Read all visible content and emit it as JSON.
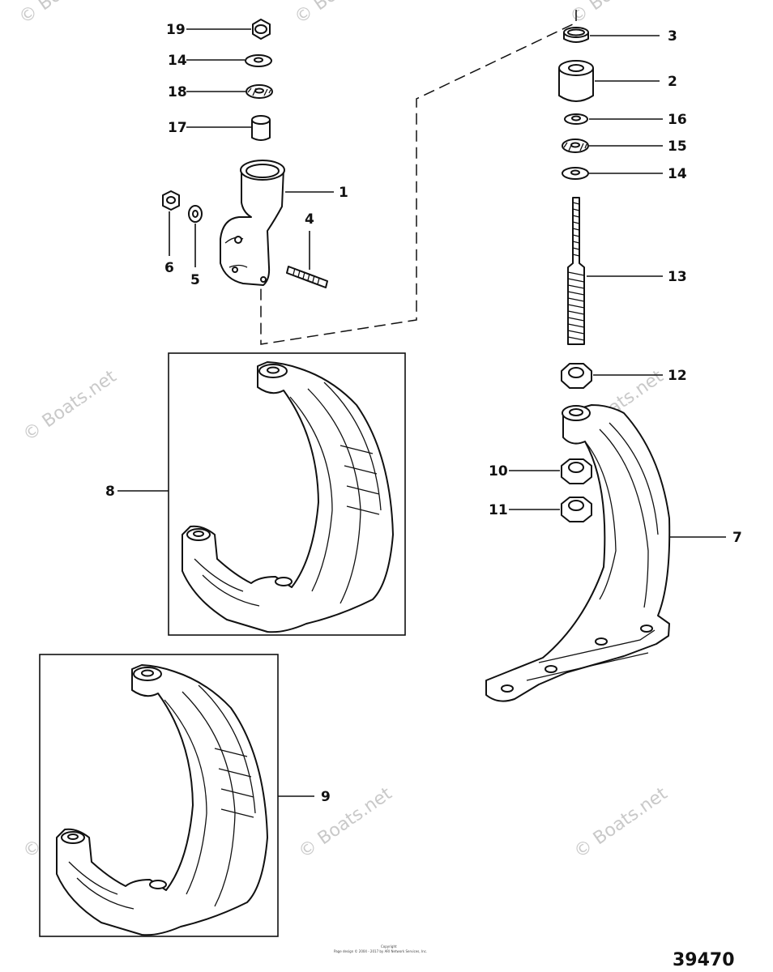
{
  "watermark": "© Boats.net",
  "figure_number": "39470",
  "footer": {
    "line1": "Copyright",
    "line2": "Page design © 2004 - 2017 by ARI Network Services, Inc."
  },
  "callouts": {
    "c19": "19",
    "c14a": "14",
    "c18": "18",
    "c17": "17",
    "c1": "1",
    "c6": "6",
    "c5": "5",
    "c4": "4",
    "c3": "3",
    "c2": "2",
    "c16": "16",
    "c15": "15",
    "c14b": "14",
    "c13": "13",
    "c12": "12",
    "c10": "10",
    "c11": "11",
    "c7": "7",
    "c8": "8",
    "c9": "9"
  }
}
